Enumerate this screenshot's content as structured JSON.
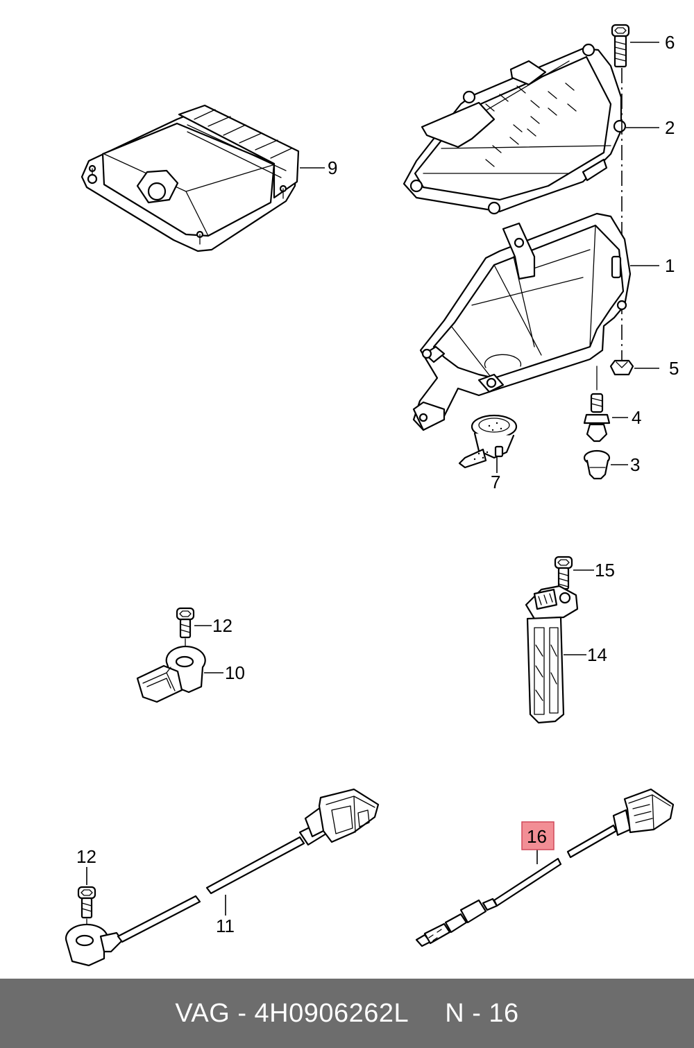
{
  "diagram": {
    "callouts": {
      "c1": "1",
      "c2": "2",
      "c3": "3",
      "c4": "4",
      "c5": "5",
      "c6": "6",
      "c7": "7",
      "c9": "9",
      "c10": "10",
      "c11": "11",
      "c12a": "12",
      "c12b": "12",
      "c14": "14",
      "c15": "15",
      "c16": "16"
    },
    "highlight_color": "#f28e95"
  },
  "footer": {
    "brand_part": "VAG - 4H0906262L",
    "position": "N - 16"
  },
  "colors": {
    "footer_bg": "#6d6d6d",
    "footer_text": "#ffffff"
  }
}
